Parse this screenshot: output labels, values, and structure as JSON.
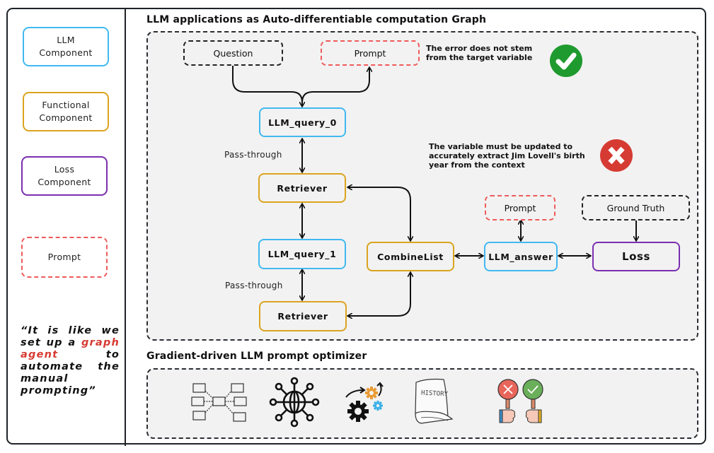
{
  "legend": {
    "items": [
      {
        "label_line1": "LLM",
        "label_line2": "Component",
        "color": "#41b9f0"
      },
      {
        "label_line1": "Functional",
        "label_line2": "Component",
        "color": "#dba41f"
      },
      {
        "label_line1": "Loss",
        "label_line2": "Component",
        "color": "#7b2fb0"
      },
      {
        "label_line1": "Prompt",
        "label_line2": "",
        "color": "#f05a5a"
      }
    ],
    "quote": {
      "part1": "“It is like we set up a ",
      "highlight": "graph agent",
      "part2": " to automate the manual prompting”"
    }
  },
  "graph_section": {
    "title": "LLM applications as Auto-differentiable computation Graph",
    "nodes": {
      "question": "Question",
      "prompt_top": "Prompt",
      "llm_query_0": "LLM_query_0",
      "retriever_1": "Retriever",
      "llm_query_1": "LLM_query_1",
      "retriever_2": "Retriever",
      "combine_list": "CombineList",
      "prompt_answer": "Prompt",
      "llm_answer": "LLM_answer",
      "ground_truth": "Ground Truth",
      "loss": "Loss"
    },
    "edge_labels": {
      "pass_through_1": "Pass-through",
      "pass_through_2": "Pass-through"
    },
    "notes": {
      "correct": {
        "line1": "The error does not stem",
        "line2": "from the target variable",
        "icon": "check-circle-icon",
        "color": "#1f9a2e"
      },
      "incorrect": {
        "line1": "The variable must be updated to",
        "line2": "accurately extract Jim Lovell's birth",
        "line3": "year from the context",
        "icon": "x-circle-icon",
        "color": "#d63b33"
      }
    }
  },
  "optimizer_section": {
    "title": "Gradient-driven LLM prompt optimizer",
    "icons": [
      {
        "name": "graph-network-icon"
      },
      {
        "name": "globe-network-icon"
      },
      {
        "name": "gears-icon"
      },
      {
        "name": "history-book-icon",
        "label": "HISTORY"
      },
      {
        "name": "vote-paddles-icon"
      }
    ]
  },
  "colors": {
    "llm": "#41b9f0",
    "functional": "#dba41f",
    "loss": "#7b2fb0",
    "prompt": "#f05a5a",
    "input": "#222222"
  }
}
